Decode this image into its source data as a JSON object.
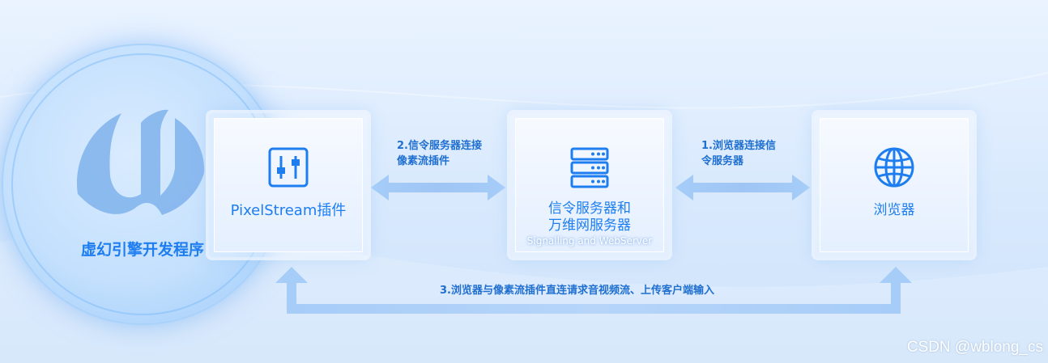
{
  "colors": {
    "accent": "#1e7ef0",
    "label_text": "#1f6fd0",
    "arrow": "#a9cdf8",
    "background": "#dbeafd"
  },
  "engine": {
    "label": "虚幻引擎开发程序",
    "logo": "unreal-engine-logo"
  },
  "nodes": {
    "plugin": {
      "title": "PixelStream插件",
      "icon": "sliders-icon"
    },
    "server": {
      "title_line1": "信令服务器和",
      "title_line2": "万维网服务器",
      "subtitle": "Signalling and  WebServer",
      "icon": "server-stack-icon"
    },
    "browser": {
      "title": "浏览器",
      "icon": "globe-icon"
    }
  },
  "edges": {
    "server_plugin": {
      "line1": "2.信令服务器连接",
      "line2": "像素流插件"
    },
    "browser_server": {
      "line1": "1.浏览器连接信",
      "line2": "令服务器"
    },
    "browser_plugin": {
      "label": "3.浏览器与像素流插件直连请求音视频流、上传客户端输入"
    }
  },
  "watermark": "CSDN @wblong_cs"
}
